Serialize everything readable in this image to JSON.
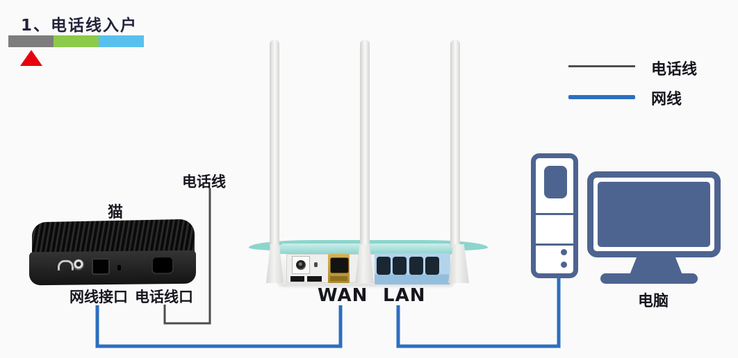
{
  "colors": {
    "background": "#fafafa",
    "text_dark": "#16161e",
    "title": "#23233a",
    "cable_blue": "#2d6ec0",
    "phone_line": "#4d4d4d",
    "bar_gray": "#7d7d7d",
    "bar_green": "#8cca4a",
    "bar_blue": "#59c0ee",
    "marker_red": "#e8000f",
    "pc_slate": "#4e6490",
    "router_teal": "#8cd5cd",
    "wan_gold": "#c9a23b",
    "lan_blue": "#a9cce9"
  },
  "header": {
    "title": "1、电话线入户"
  },
  "legend": {
    "items": [
      {
        "label": "电话线",
        "line_style": "thin-dark"
      },
      {
        "label": "网线",
        "line_style": "thick-blue"
      }
    ]
  },
  "modem": {
    "label": "猫",
    "incoming_line_label": "电话线",
    "ethernet_port_label": "网线接口",
    "phone_port_label": "电话线口"
  },
  "router": {
    "wan_label": "WAN",
    "lan_label": "LAN",
    "antenna_count": 3,
    "lan_port_count": 4
  },
  "computer": {
    "label": "电脑"
  },
  "connections": [
    {
      "type": "电话线",
      "from": "incoming-phone-line",
      "to": "modem-phone-port"
    },
    {
      "type": "网线",
      "from": "modem-ethernet-port",
      "to": "router-wan-port"
    },
    {
      "type": "网线",
      "from": "router-lan-port",
      "to": "computer-tower"
    }
  ]
}
